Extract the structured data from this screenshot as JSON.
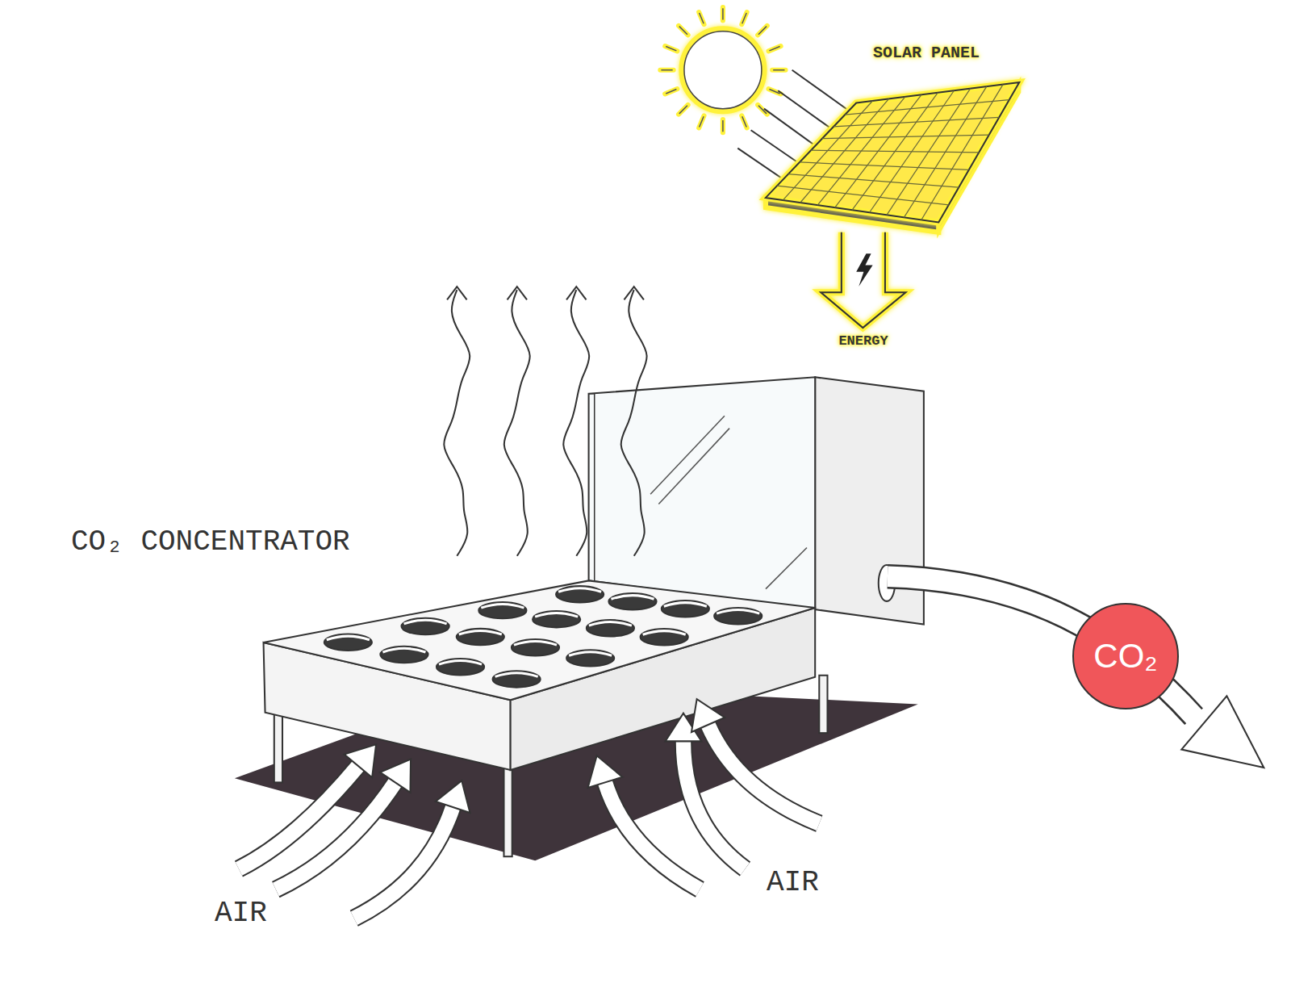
{
  "diagram": {
    "nodes": [
      {
        "text": [
          "CO₂"
        ]
      }
    ],
    "labels": [
      "SOLAR PANEL",
      "ENERGY",
      "CO₂ CONCENTRATOR",
      "AIR",
      "AIR"
    ]
  }
}
